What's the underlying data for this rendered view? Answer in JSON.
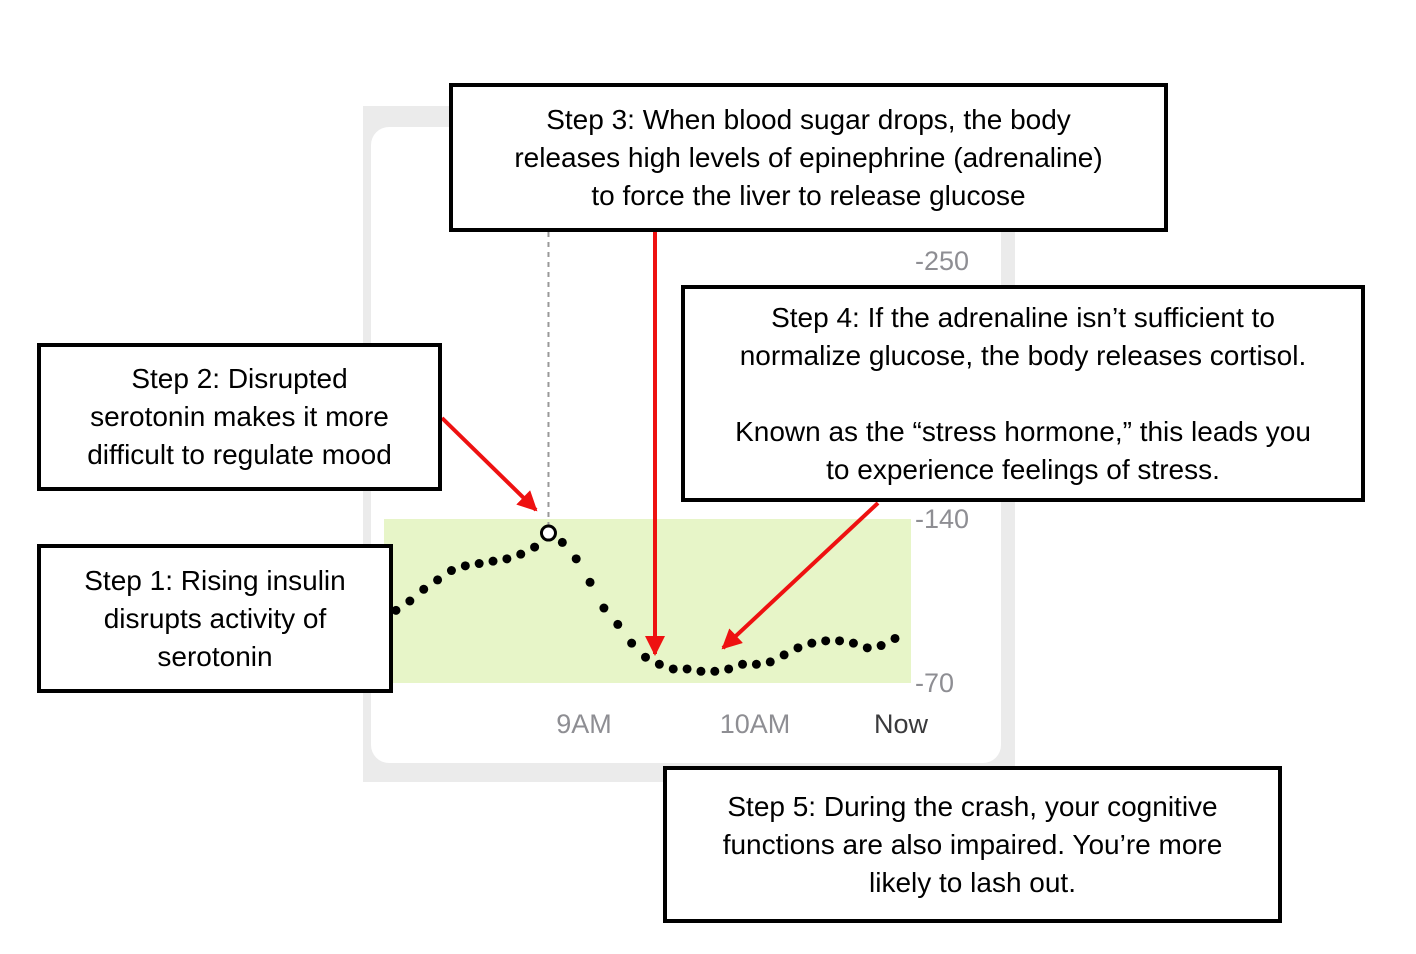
{
  "chart_data": {
    "type": "scatter",
    "y_axis": {
      "ticks": [
        70,
        140,
        250
      ],
      "tick_labels": [
        "-70",
        "-140",
        "-250"
      ],
      "position": "right"
    },
    "x_axis": {
      "tick_labels": [
        "9AM",
        "10AM",
        "Now"
      ]
    },
    "target_range": {
      "low": 70,
      "high": 140,
      "color": "#e7f5c8"
    },
    "highlight_point_index": 11,
    "marker_color": "#000000",
    "series": [
      {
        "values": [
          101,
          105,
          110,
          114,
          118,
          120,
          121,
          122,
          123,
          125,
          128,
          134,
          130,
          123,
          113,
          102,
          95,
          87,
          81,
          78,
          76,
          76,
          75,
          75,
          76,
          78,
          78,
          79,
          82,
          85,
          87,
          88,
          88,
          87,
          85,
          86,
          89
        ]
      }
    ]
  },
  "notes": {
    "step1": "Step 1: Rising insulin\ndisrupts activity of\nserotonin",
    "step2": "Step 2: Disrupted\nserotonin makes it more\ndifficult to regulate mood",
    "step3": "Step 3: When blood sugar drops, the body\nreleases high levels of epinephrine (adrenaline)\nto force the liver to release glucose",
    "step4": "Step 4: If the adrenaline isn’t sufficient to\nnormalize glucose, the body releases cortisol.\n\nKnown as the “stress hormone,” this leads you\nto experience feelings of stress.",
    "step5": "Step 5: During the crash, your cognitive\nfunctions are also impaired. You’re more\nlikely to lash out."
  },
  "arrow_color": "#ee1111"
}
